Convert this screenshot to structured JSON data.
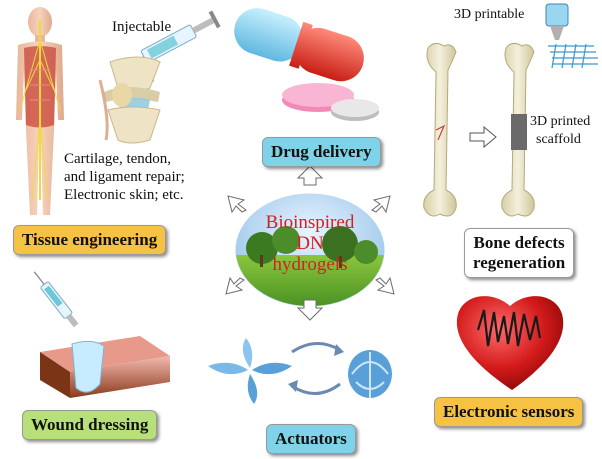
{
  "center": {
    "lines": [
      "Bioinspired",
      "DN",
      "hydrogels"
    ]
  },
  "labels": {
    "injectable": "Injectable",
    "printable_3d": "3D printable",
    "printed_scaffold_line1": "3D printed",
    "printed_scaffold_line2": "scaffold",
    "tissue_desc_line1": "Cartilage, tendon,",
    "tissue_desc_line2": "and ligament repair;",
    "tissue_desc_line3": "Electronic skin; etc."
  },
  "applications": {
    "tissue_engineering": "Tissue engineering",
    "drug_delivery": "Drug delivery",
    "bone_line1": "Bone defects",
    "bone_line2": "regeneration",
    "wound_dressing": "Wound dressing",
    "actuators": "Actuators",
    "electronic_sensors": "Electronic sensors"
  },
  "colors": {
    "yellow_box": "#f6c244",
    "green_box": "#b7e07a",
    "cyan_box": "#7fd3e8",
    "white_box": "#ffffff",
    "center_text": "#d62020"
  }
}
